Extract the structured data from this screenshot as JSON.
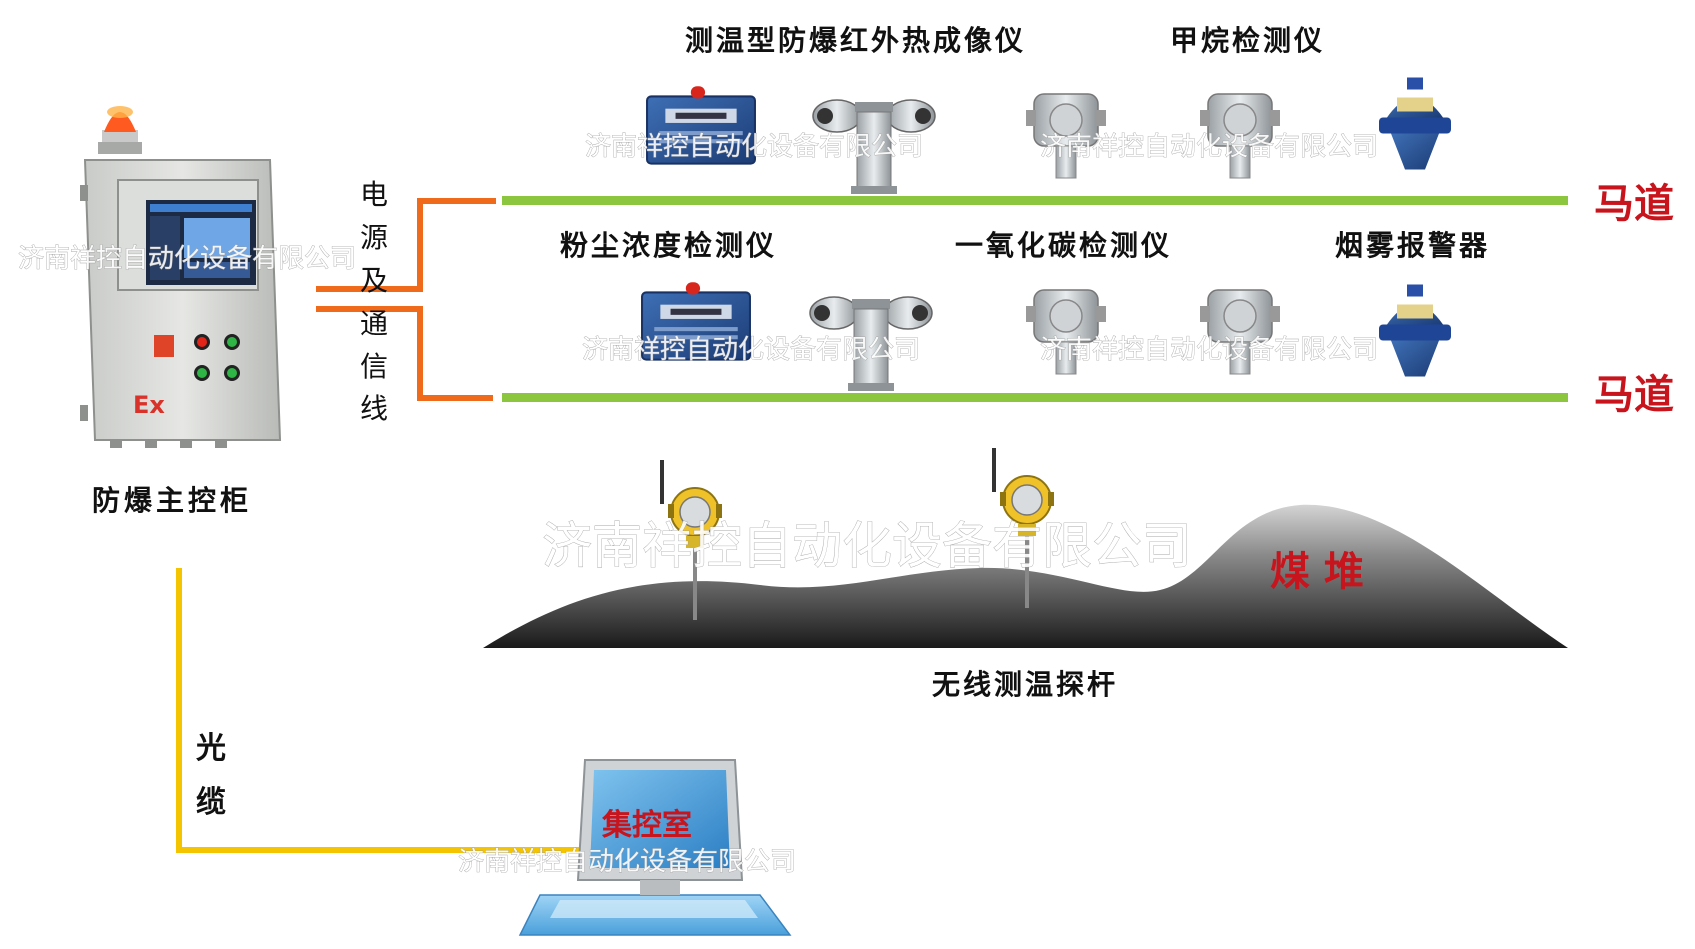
{
  "labels": {
    "cabinet": "防爆主控柜",
    "power_line": [
      "电",
      "源",
      "及",
      "通",
      "信",
      "线"
    ],
    "fiber": [
      "光",
      "缆"
    ],
    "road_top": "马道",
    "road_bottom": "马道",
    "thermal_camera": "测温型防爆红外热成像仪",
    "methane": "甲烷检测仪",
    "dust": "粉尘浓度检测仪",
    "co": "一氧化碳检测仪",
    "smoke": "烟雾报警器",
    "coal_pile": "煤 堆",
    "wireless_probe": "无线测温探杆",
    "control_room": "集控室",
    "cabinet_ex": "Ex",
    "watermark": "济南祥控自动化设备有限公司"
  },
  "colors": {
    "power_line": "#f06a1c",
    "fiber": "#f5c400",
    "road": "#8cc63f",
    "alert_red": "#c8141c"
  },
  "icons": {
    "cabinet": "explosion-proof-cabinet-icon",
    "monitor_box": "dust-monitor-icon",
    "camera": "ptz-thermal-camera-icon",
    "gas_detector": "gas-detector-icon",
    "smoke": "smoke-alarm-icon",
    "probe": "wireless-probe-icon",
    "computer": "computer-icon"
  }
}
